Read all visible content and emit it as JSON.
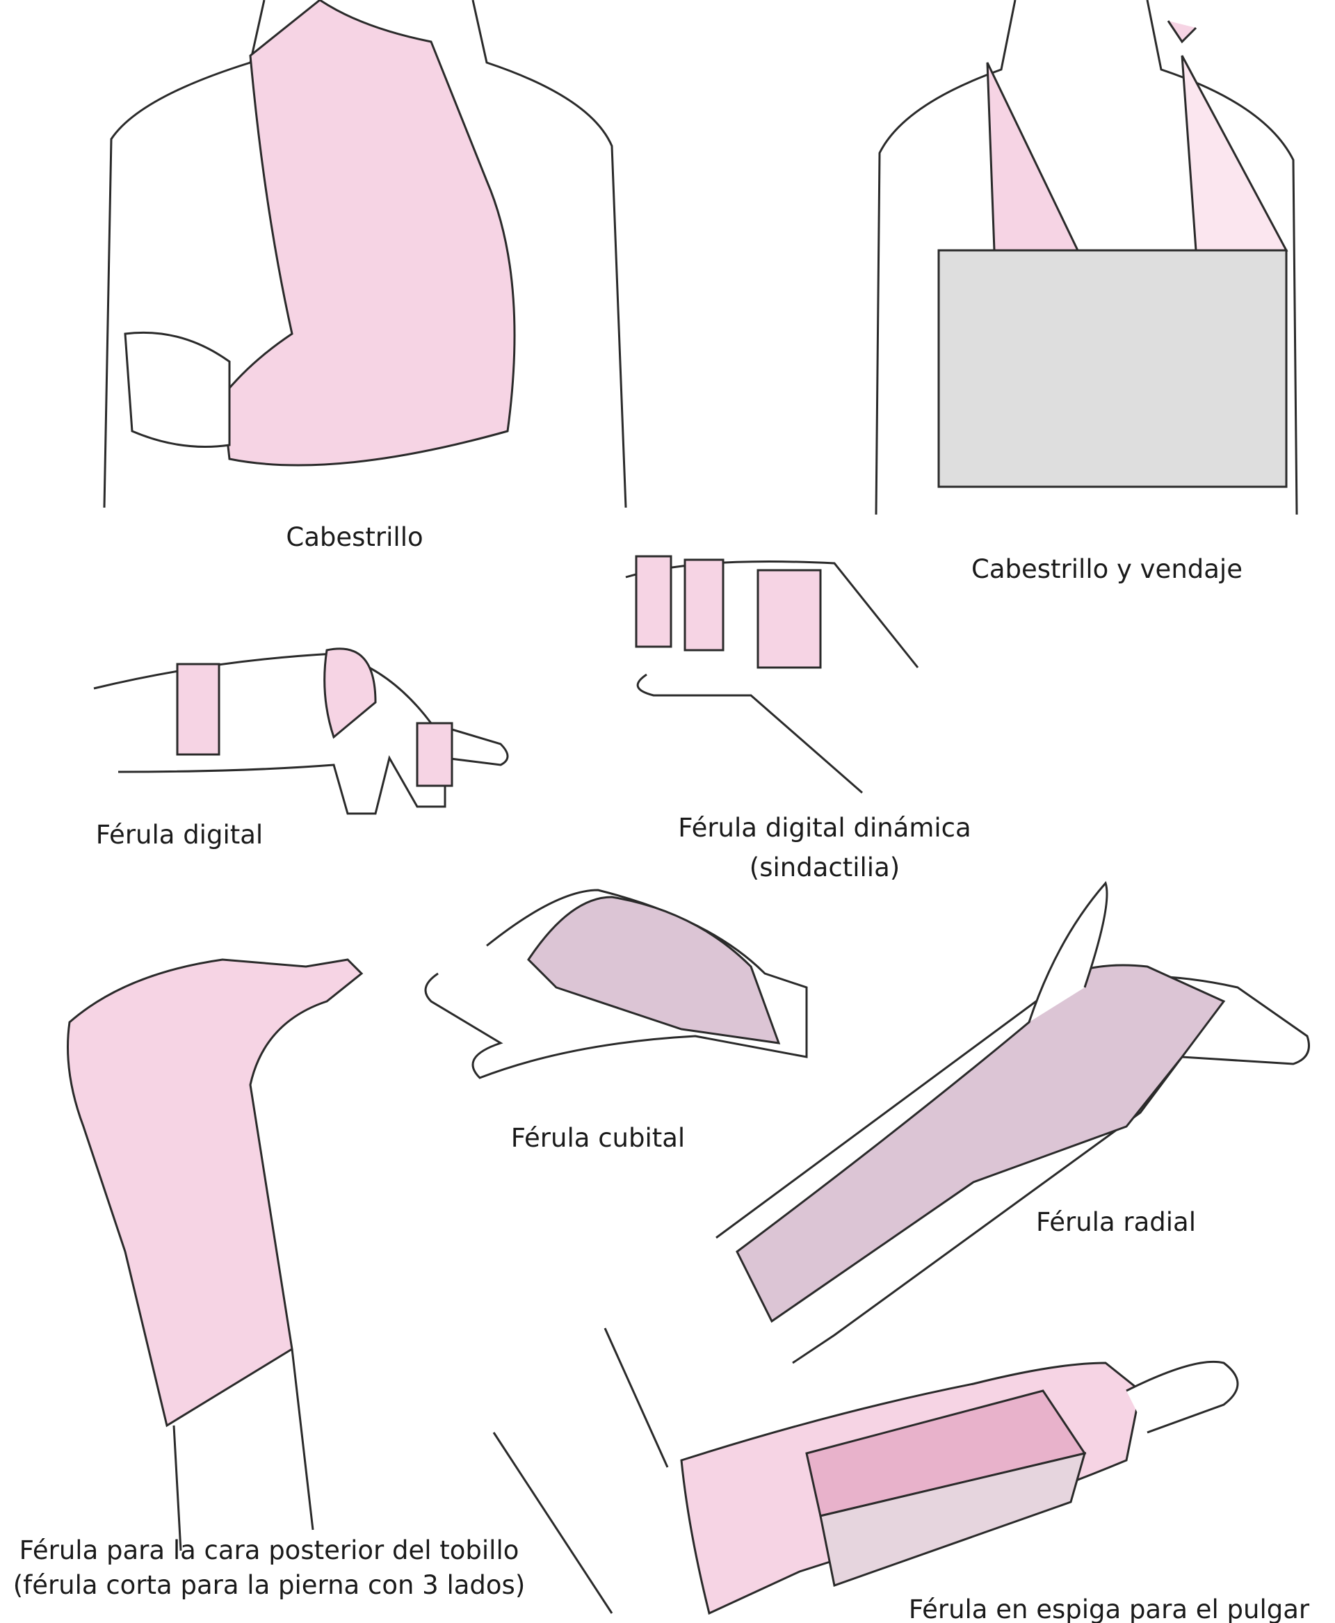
{
  "colors": {
    "splint_pink": "#f6d4e4",
    "splint_pink_dark": "#e8b2cb",
    "bandage_gray": "#dedede",
    "cubital_mauve": "#dcc5d5",
    "line": "#2a2a2a"
  },
  "labels": {
    "sling": "Cabestrillo",
    "sling_swathe": "Cabestrillo y vendaje",
    "finger_splint": "Férula digital",
    "buddy_tape_1": "Férula digital dinámica",
    "buddy_tape_2": "(sindactilia)",
    "ulnar_gutter": "Férula cubital",
    "radial_gutter": "Férula radial",
    "ankle_1": "Férula para la cara posterior del tobillo",
    "ankle_2": "(férula corta para la pierna con 3 lados)",
    "thumb_spica": "Férula en espiga para el pulgar"
  }
}
